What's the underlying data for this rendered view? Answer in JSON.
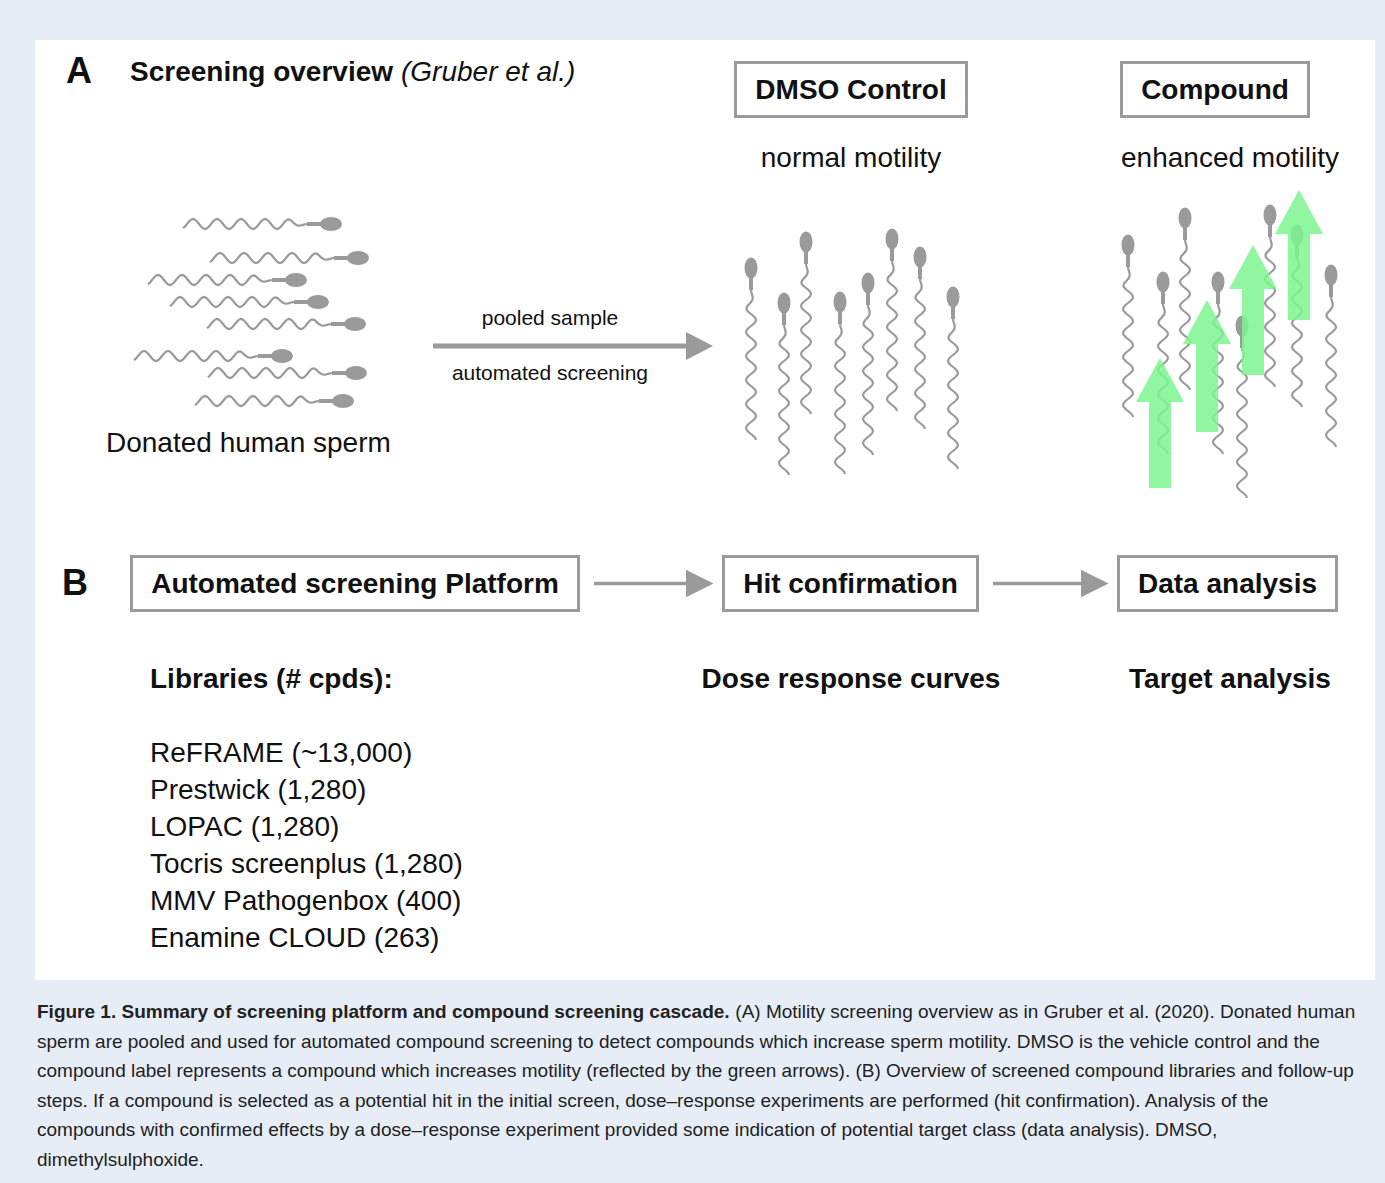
{
  "diagram": {
    "title": "Figure 1. Summary of screening platform and compound screening cascade.",
    "caption": "(A) Motility screening overview as in Gruber et al. (2020). Donated human sperm are pooled and used for automated compound screening to detect compounds which increase sperm motility. DMSO is the vehicle control and the compound label represents a compound which increases motility (reflected by the green arrows). (B) Overview of screened compound libraries and follow-up steps. If a compound is selected as a potential hit in the initial screen, dose–response experiments are performed (hit confirmation). Analysis of the compounds with confirmed effects by a dose–response experiment provided some indication of potential target class (data analysis). DMSO, dimethylsulphoxide.",
    "nodes": [
      {
        "text": [
          "DMSO Control"
        ]
      },
      {
        "text": [
          "Compound"
        ]
      },
      {
        "text": [
          "Automated screening Platform"
        ]
      },
      {
        "text": [
          "Hit confirmation"
        ]
      },
      {
        "text": [
          "Data analysis"
        ]
      }
    ],
    "edges": [
      {
        "from": 2,
        "to": 3,
        "arrow": "to"
      },
      {
        "from": 3,
        "to": 4,
        "arrow": "to"
      }
    ],
    "labels": [
      "A",
      "Screening overview",
      "(Gruber et al.)",
      "normal motility",
      "enhanced motility",
      "Donated human sperm",
      "pooled sample",
      "automated screening",
      "B",
      "Libraries (# cpds):",
      "ReFRAME (~13,000)",
      "Prestwick (1,280)",
      "LOPAC (1,280)",
      "Tocris screenplus (1,280)",
      "MMV Pathogenbox (400)",
      "Enamine CLOUD (263)",
      "Dose response curves",
      "Target analysis"
    ]
  }
}
